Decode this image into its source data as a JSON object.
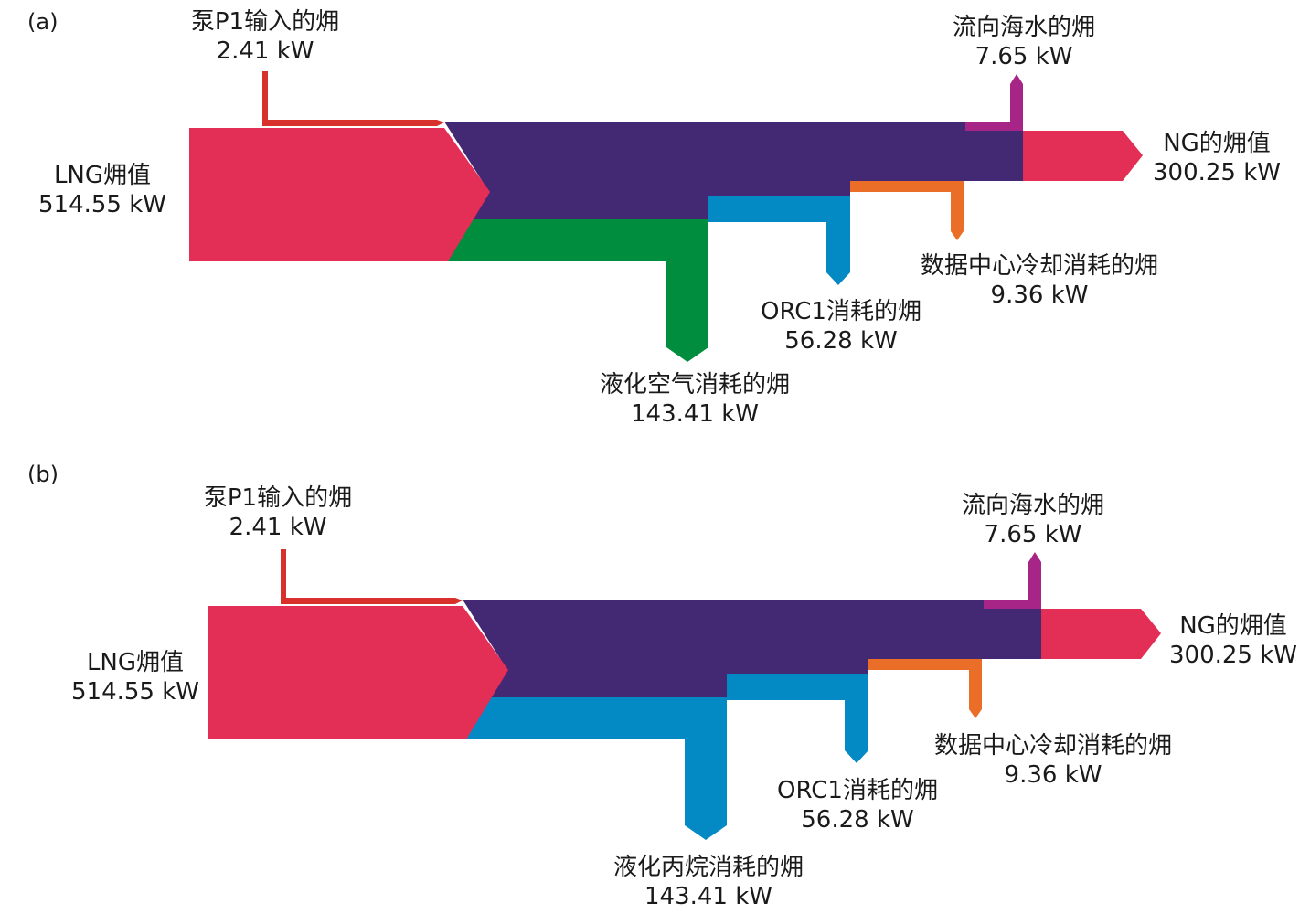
{
  "colors": {
    "lng_input": "#e32e56",
    "pump_input": "#d8302b",
    "main_stream": "#432874",
    "liquefaction_a": "#008e3e",
    "liquefaction_b": "#0389c3",
    "orc": "#0389c3",
    "data_center": "#ea6e27",
    "seawater": "#a72587",
    "ng_output": "#e32e56"
  },
  "chart_data": [
    {
      "type": "sankey",
      "panel": "(a)",
      "unit": "kW",
      "inputs": [
        {
          "id": "lng",
          "name": "LNG㶲值",
          "value": 514.55,
          "label": "514.55 kW"
        },
        {
          "id": "pump",
          "name": "泵P1输入的㶲",
          "value": 2.41,
          "label": "2.41 kW"
        }
      ],
      "outputs": [
        {
          "id": "liquefaction",
          "name": "液化空气消耗的㶲",
          "value": 143.41,
          "label": "143.41 kW"
        },
        {
          "id": "orc",
          "name": "ORC1消耗的㶲",
          "value": 56.28,
          "label": "56.28 kW"
        },
        {
          "id": "data_center",
          "name": "数据中心冷却消耗的㶲",
          "value": 9.36,
          "label": "9.36 kW"
        },
        {
          "id": "seawater",
          "name": "流向海水的㶲",
          "value": 7.65,
          "label": "7.65 kW"
        },
        {
          "id": "ng",
          "name": "NG的㶲值",
          "value": 300.25,
          "label": "300.25 kW"
        }
      ]
    },
    {
      "type": "sankey",
      "panel": "(b)",
      "unit": "kW",
      "inputs": [
        {
          "id": "lng",
          "name": "LNG㶲值",
          "value": 514.55,
          "label": "514.55 kW"
        },
        {
          "id": "pump",
          "name": "泵P1输入的㶲",
          "value": 2.41,
          "label": "2.41 kW"
        }
      ],
      "outputs": [
        {
          "id": "liquefaction",
          "name": "液化丙烷消耗的㶲",
          "value": 143.41,
          "label": "143.41 kW"
        },
        {
          "id": "orc",
          "name": "ORC1消耗的㶲",
          "value": 56.28,
          "label": "56.28 kW"
        },
        {
          "id": "data_center",
          "name": "数据中心冷却消耗的㶲",
          "value": 9.36,
          "label": "9.36 kW"
        },
        {
          "id": "seawater",
          "name": "流向海水的㶲",
          "value": 7.65,
          "label": "7.65 kW"
        },
        {
          "id": "ng",
          "name": "NG的㶲值",
          "value": 300.25,
          "label": "300.25 kW"
        }
      ]
    }
  ],
  "panels": {
    "a": {
      "tag": "(a)",
      "lng": {
        "name": "LNG㶲值",
        "value": "514.55 kW"
      },
      "pump": {
        "name": "泵P1输入的㶲",
        "value": "2.41 kW"
      },
      "seawater": {
        "name": "流向海水的㶲",
        "value": "7.65 kW"
      },
      "ng": {
        "name": "NG的㶲值",
        "value": "300.25 kW"
      },
      "data_center": {
        "name": "数据中心冷却消耗的㶲",
        "value": "9.36 kW"
      },
      "orc": {
        "name": "ORC1消耗的㶲",
        "value": "56.28 kW"
      },
      "liquefaction": {
        "name": "液化空气消耗的㶲",
        "value": "143.41 kW"
      }
    },
    "b": {
      "tag": "(b)",
      "lng": {
        "name": "LNG㶲值",
        "value": "514.55 kW"
      },
      "pump": {
        "name": "泵P1输入的㶲",
        "value": "2.41 kW"
      },
      "seawater": {
        "name": "流向海水的㶲",
        "value": "7.65 kW"
      },
      "ng": {
        "name": "NG的㶲值",
        "value": "300.25 kW"
      },
      "data_center": {
        "name": "数据中心冷却消耗的㶲",
        "value": "9.36 kW"
      },
      "orc": {
        "name": "ORC1消耗的㶲",
        "value": "56.28 kW"
      },
      "liquefaction": {
        "name": "液化丙烷消耗的㶲",
        "value": "143.41 kW"
      }
    }
  }
}
